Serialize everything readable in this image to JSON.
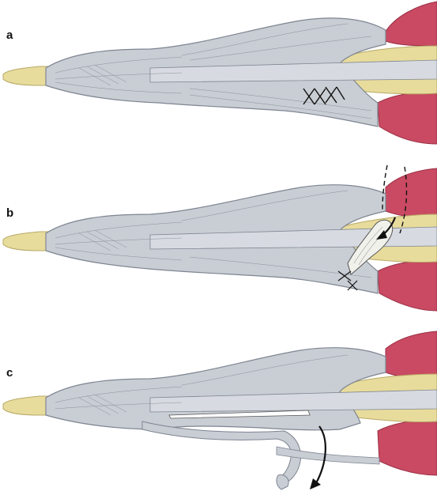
{
  "panels": [
    {
      "label": "a"
    },
    {
      "label": "b"
    },
    {
      "label": "c"
    }
  ],
  "colors": {
    "bone": "#e8dc9c",
    "bone_shadow": "#cfc27a",
    "tendon": "#c9cdd4",
    "tendon_dark": "#7e8591",
    "tendon_light": "#e4e7ec",
    "muscle": "#c94a62",
    "muscle_dark": "#9a2f45",
    "graft": "#f1f1ec",
    "suture": "#111111"
  },
  "icons": [
    "suture-cross-icon",
    "curved-arrow-icon",
    "dashed-path-icon"
  ]
}
